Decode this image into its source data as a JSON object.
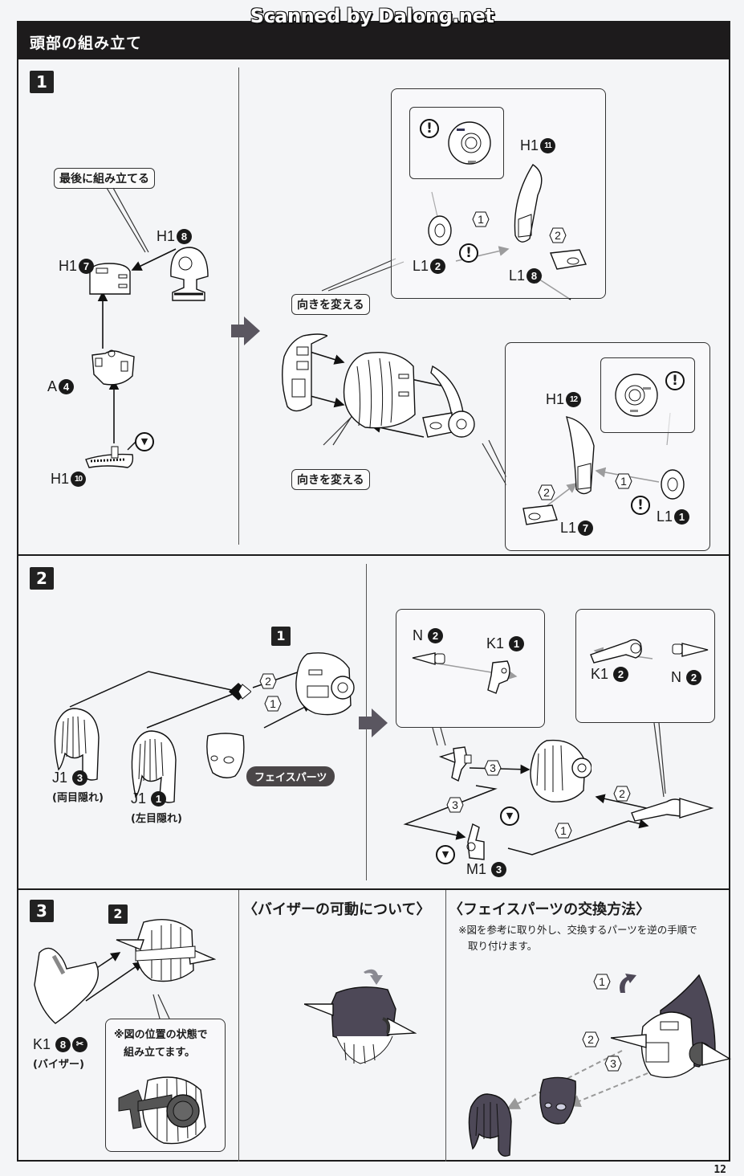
{
  "watermark": "Scanned by Dalong.net",
  "page_title": "頭部の組み立て",
  "page_number": "12",
  "steps": [
    {
      "number": "1",
      "callout_last": "最後に組み立てる",
      "callout_rotate_top": "向きを変える",
      "callout_rotate_bottom": "向きを変える",
      "parts_left": [
        {
          "letter": "H1",
          "num": "8"
        },
        {
          "letter": "H1",
          "num": "7"
        },
        {
          "letter": "A",
          "num": "4"
        },
        {
          "letter": "H1",
          "num": "10"
        }
      ],
      "detail_top": {
        "parts": [
          {
            "letter": "H1",
            "num": "11"
          },
          {
            "letter": "L1",
            "num": "2"
          },
          {
            "letter": "L1",
            "num": "8"
          }
        ],
        "order": [
          "1",
          "2"
        ],
        "warning": "!"
      },
      "detail_bottom": {
        "parts": [
          {
            "letter": "H1",
            "num": "12"
          },
          {
            "letter": "L1",
            "num": "7"
          },
          {
            "letter": "L1",
            "num": "1"
          }
        ],
        "order": [
          "1",
          "2"
        ],
        "warning": "!"
      }
    },
    {
      "number": "2",
      "ref_step": "1",
      "face_parts_label": "フェイスパーツ",
      "hair_parts": [
        {
          "letter": "J1",
          "num": "3",
          "note": "(両目隠れ)"
        },
        {
          "letter": "J1",
          "num": "1",
          "note": "(左目隠れ)"
        }
      ],
      "order_left": [
        "2",
        "1"
      ],
      "detail_left": [
        {
          "letter": "N",
          "num": "2"
        },
        {
          "letter": "K1",
          "num": "1"
        }
      ],
      "detail_right": [
        {
          "letter": "K1",
          "num": "2"
        },
        {
          "letter": "N",
          "num": "2"
        }
      ],
      "order_right": [
        "3",
        "3",
        "2",
        "1"
      ],
      "part_bottom": {
        "letter": "M1",
        "num": "3"
      }
    },
    {
      "number": "3",
      "ref_step": "2",
      "visor_part": {
        "letter": "K1",
        "num": "8",
        "note": "(バイザー)"
      },
      "callout_note_line1": "※図の位置の状態で",
      "callout_note_line2": "組み立てます。"
    }
  ],
  "visor_section": {
    "heading": "〈バイザーの可動について〉"
  },
  "face_swap_section": {
    "heading": "〈フェイスパーツの交換方法〉",
    "note_line1": "※図を参考に取り外し、交換するパーツを逆の手順で",
    "note_line2": "取り付けます。",
    "order": [
      "1",
      "2",
      "3"
    ]
  }
}
